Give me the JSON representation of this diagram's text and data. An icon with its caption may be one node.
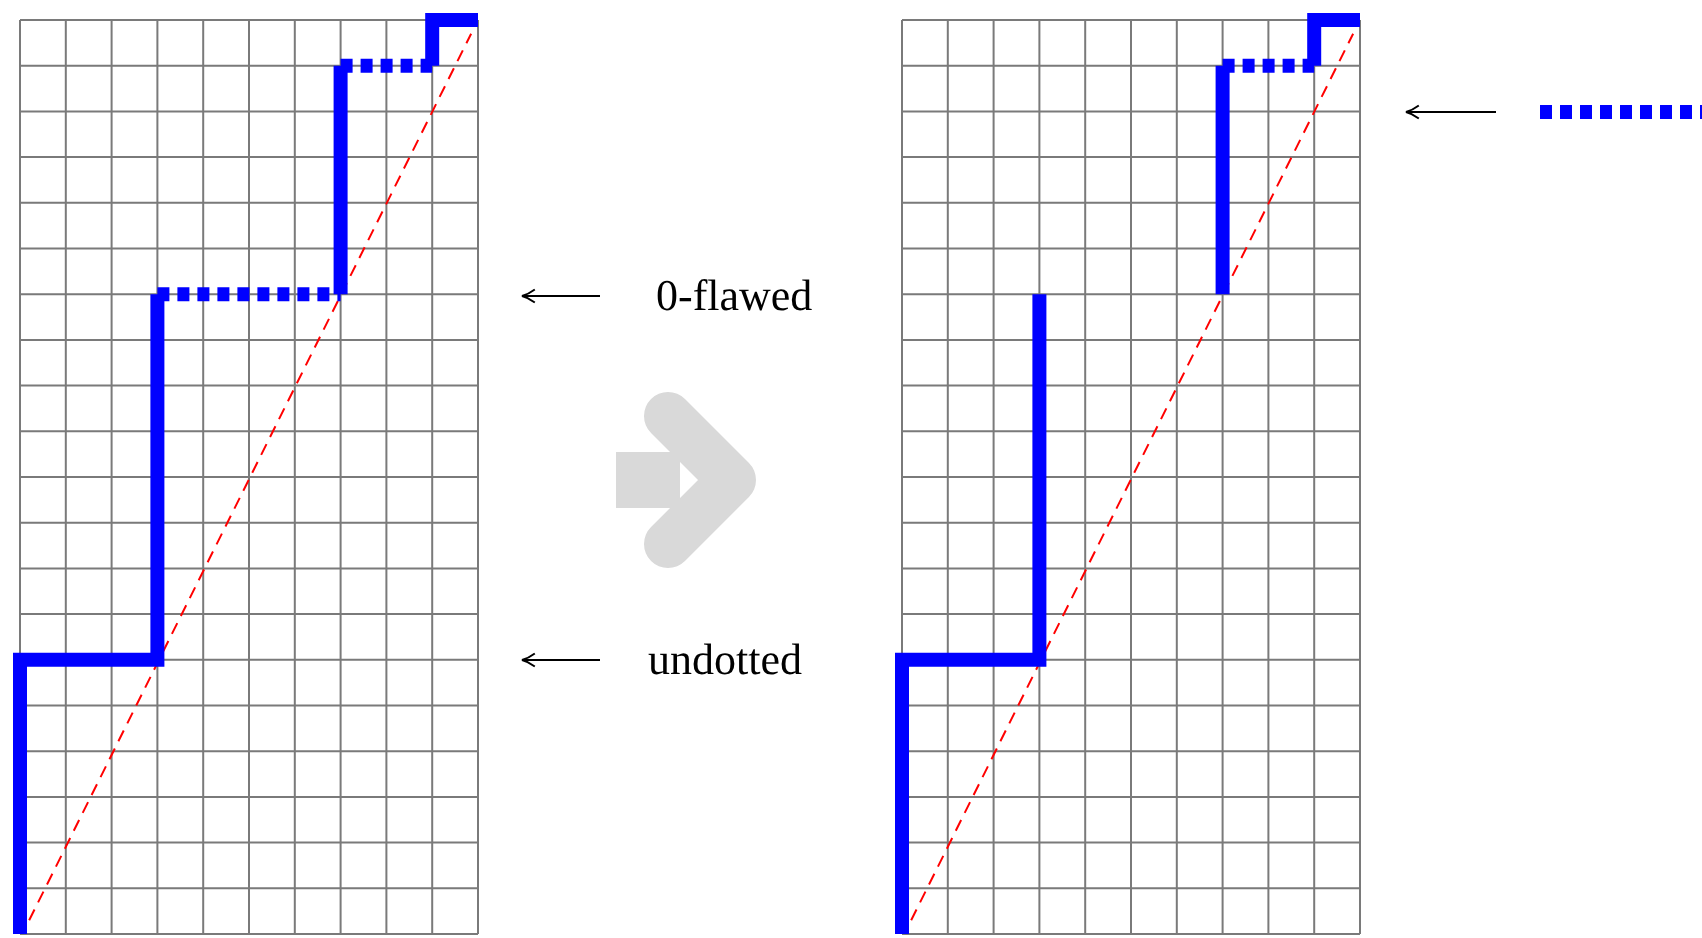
{
  "diagram": {
    "nodes": [
      {
        "text": [],
        "shape": "grid"
      },
      {
        "text": [],
        "shape": "grid"
      },
      {
        "text": [
          "0-flawed"
        ]
      },
      {
        "text": [
          "undotted"
        ]
      },
      {
        "text": [],
        "shape": "line"
      }
    ],
    "edges": [
      {
        "from": 2,
        "to": 0,
        "arrow": "to"
      },
      {
        "from": 3,
        "to": 0,
        "arrow": "to"
      },
      {
        "from": 4,
        "to": 1,
        "arrow": "to"
      }
    ]
  }
}
